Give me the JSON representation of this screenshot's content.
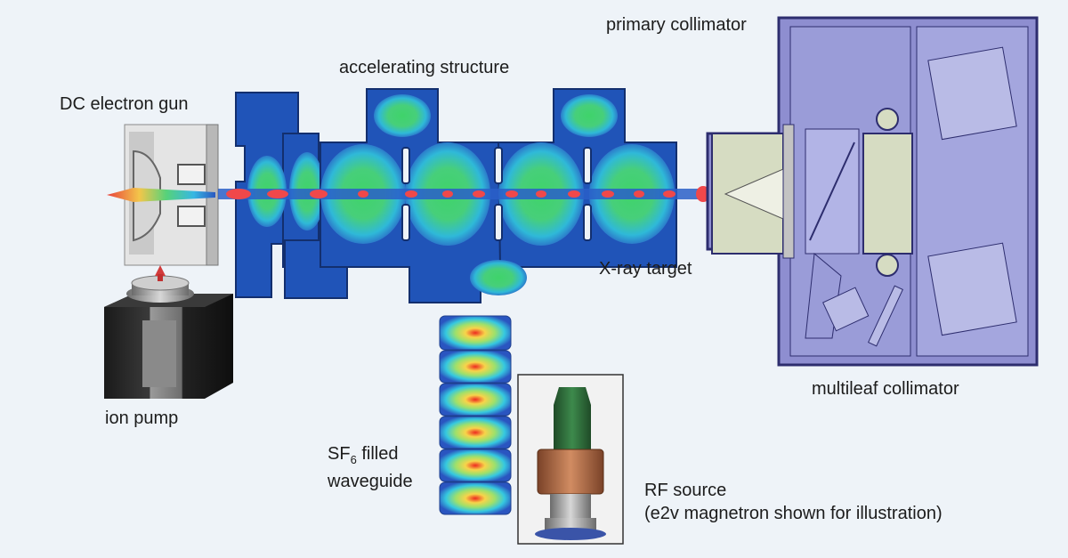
{
  "labels": {
    "dc_gun": "DC electron gun",
    "accelerating_structure": "accelerating structure",
    "primary_collimator": "primary collimator",
    "ion_pump": "ion pump",
    "xray_target": "X-ray target",
    "multileaf_collimator": "multileaf collimator",
    "sf6_prefix": "SF",
    "sf6_sub": "6",
    "sf6_suffix": " filled",
    "waveguide": "waveguide",
    "rf_source": "RF source",
    "rf_note": "(e2v magnetron shown for illustration)"
  },
  "colors": {
    "background": "#eef3f8",
    "cavity_blue": "#1f4fb0",
    "field_green": "#3fcf6a",
    "field_cyan": "#35c8e0",
    "bunch_red": "#f0484a",
    "collimator_purple": "#8e8ed0",
    "collimator_light": "#b2b4e6",
    "jaw_tan": "#d6dcc2",
    "magnetron_green": "#2e6b3a",
    "magnetron_copper": "#b5704a"
  },
  "icons": {
    "gun": "electron-gun-icon",
    "pump": "ion-pump-icon",
    "magnetron": "magnetron-icon"
  }
}
